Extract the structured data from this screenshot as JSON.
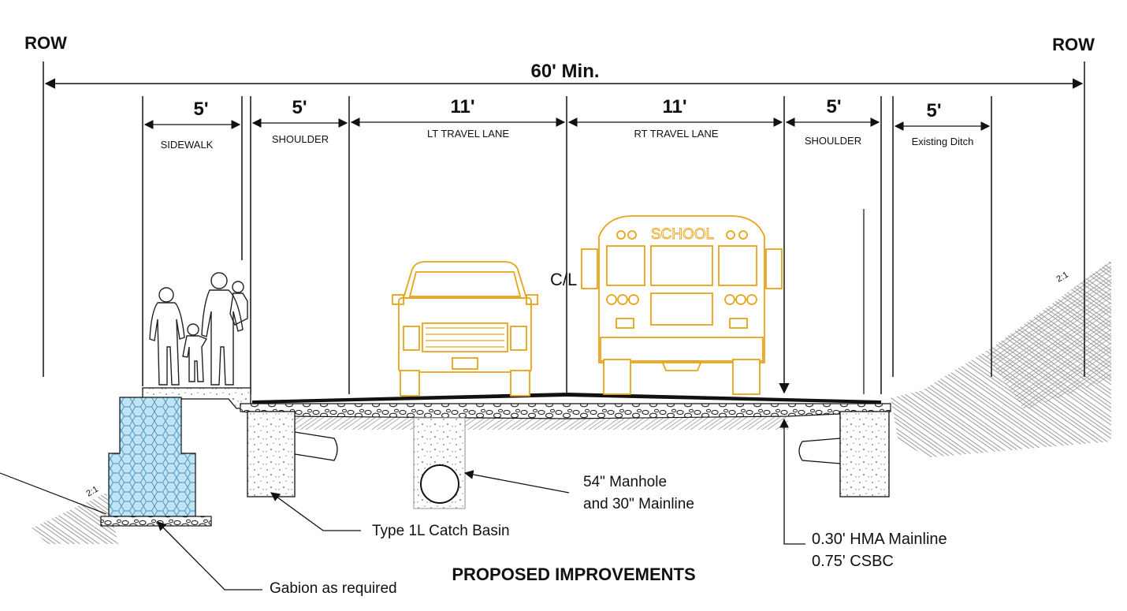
{
  "row_left": "ROW",
  "row_right": "ROW",
  "overall_width": "60' Min.",
  "segments": [
    {
      "dim": "5'",
      "label": "SIDEWALK"
    },
    {
      "dim": "5'",
      "label": "SHOULDER"
    },
    {
      "dim": "11'",
      "label": "LT TRAVEL LANE"
    },
    {
      "dim": "11'",
      "label": "RT TRAVEL LANE"
    },
    {
      "dim": "5'",
      "label": "SHOULDER"
    },
    {
      "dim": "5'",
      "label": "Existing Ditch"
    }
  ],
  "centerline": "C/L",
  "bus_sign": "SCHOOL",
  "slope_left": "2:1",
  "slope_right": "2:1",
  "callouts": {
    "manhole_line1": "54\" Manhole",
    "manhole_line2": "and 30\" Mainline",
    "catch_basin": "Type 1L Catch Basin",
    "hma": "0.30' HMA Mainline",
    "csbc": "0.75' CSBC",
    "gabion": "Gabion as required"
  },
  "title": "PROPOSED IMPROVEMENTS",
  "colors": {
    "vehicle": "#e8a317",
    "gabion": "#bfe4f5",
    "line": "#111111"
  }
}
